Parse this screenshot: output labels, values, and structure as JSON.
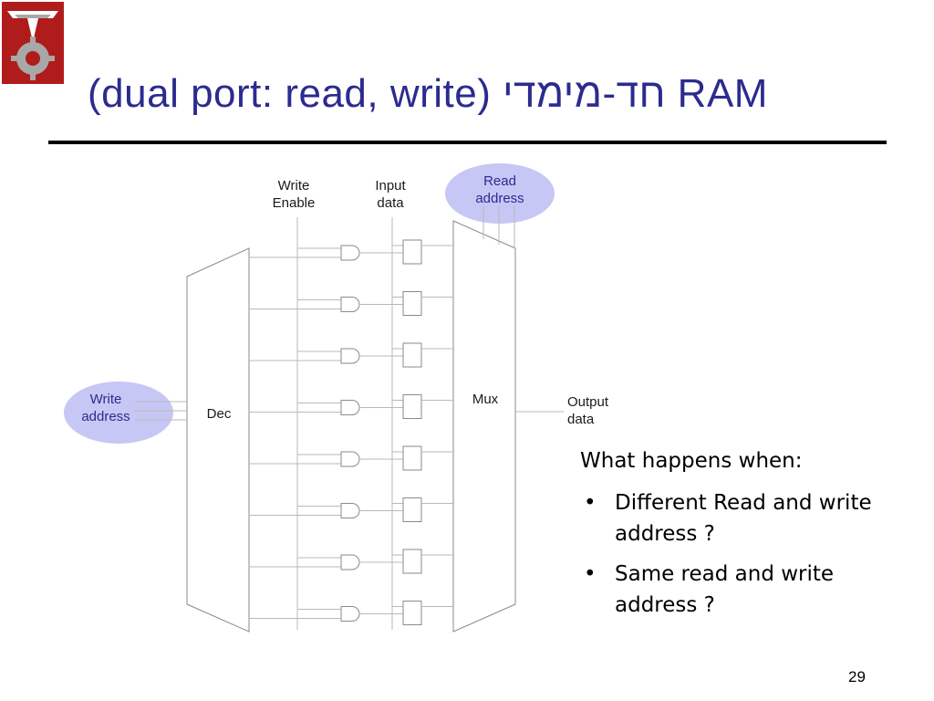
{
  "slide": {
    "title": "(dual port: read, write)  חד-מימדי RAM",
    "page_number": "29"
  },
  "diagram": {
    "labels": {
      "write_enable": "Write\nEnable",
      "input_data": "Input\ndata",
      "read_address": "Read\naddress",
      "write_address": "Write\naddress",
      "decoder": "Dec",
      "mux": "Mux",
      "output_data": "Output\ndata"
    },
    "colors": {
      "ellipse_fill": "#c7c7f5",
      "ellipse_text": "#2b2b8f",
      "wire": "#b9b9b9",
      "block_stroke": "#8a8a8a"
    }
  },
  "notes": {
    "intro": "What happens when:",
    "bullets": [
      "Different Read and write address ?",
      "Same read and write address ?"
    ]
  },
  "logo": {
    "icon": "university-emblem-icon",
    "colors": [
      "#b01c1c",
      "#a8a8a8"
    ]
  }
}
